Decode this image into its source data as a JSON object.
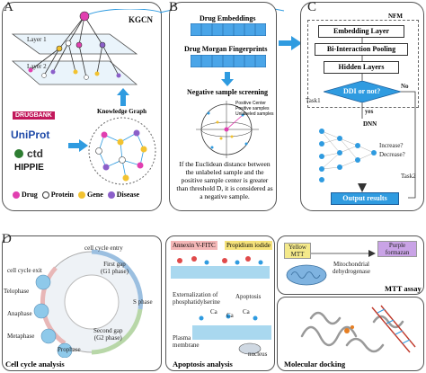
{
  "panels": {
    "A": {
      "letter": "A",
      "title": "KGCN",
      "layer1": "Layer 1",
      "layer2": "Layer 2",
      "kg_label": "Knowledge Graph",
      "sources": [
        "DRUGBANK",
        "UniProt",
        "ctd",
        "HIPPIE"
      ],
      "legend": [
        "Drug",
        "Protein",
        "Gene",
        "Disease"
      ]
    },
    "B": {
      "letter": "B",
      "drug_embeddings": "Drug Embeddings",
      "morgan": "Drug Morgan Fingerprints",
      "neg_title": "Negative sample screening",
      "legend": [
        "Positive Center",
        "Positive samples",
        "Unlabeled samples"
      ],
      "desc": "If the Euclidean distance between the unlabeled sample and the positive sample center is greater than threshold D, it is considered as a negative sample."
    },
    "C": {
      "letter": "C",
      "nfm": "NFM",
      "embedding_layer": "Embedding Layer",
      "bi_pooling": "Bi-Interaction Pooling",
      "hidden_layers": "Hidden Layers",
      "ddi": "DDI or not?",
      "no": "No",
      "yes": "yes",
      "task1": "Task1",
      "task2": "Task2",
      "dnn": "DNN",
      "increase": "Increase?",
      "decrease": "Decrease?",
      "output": "Output results"
    },
    "D": {
      "letter": "D",
      "entry": "cell cycle entry",
      "exit": "cell cycle exit",
      "g1": "First gap",
      "g1b": "(G1 phase)",
      "s": "S phase",
      "g2": "Second gap",
      "g2b": "(G2 phase)",
      "telophase": "Telophase",
      "anaphase": "Anaphase",
      "metaphase": "Metaphase",
      "prophase": "Prophase",
      "caption": "Cell cycle analysis"
    },
    "E": {
      "annexin": "Annexin V-FITC",
      "pi": "Propidium iodide",
      "apoptosis": "Apoptosis",
      "external": "Externalization of",
      "external2": "phosphatidylserine",
      "plasma": "Plasma",
      "membrane": "membrane",
      "nucleus": "nucleus",
      "ca": "Ca",
      "caption": "Apoptosis analysis"
    },
    "F": {
      "yellow": "Yellow",
      "mtt": "MTT",
      "purple": "Purple",
      "formazan": "formazan",
      "mito": "Mitochondrial",
      "dehydro": "dehydrogenase",
      "caption": "MTT assay"
    },
    "G": {
      "caption": "Molecular docking"
    }
  },
  "colors": {
    "accent": "#2f9be0",
    "drug": "#e13fb0",
    "gene": "#f2c230",
    "disease": "#8b5fc9",
    "mtt_yellow": "#f4e98a",
    "formazan": "#c9a3e6"
  }
}
